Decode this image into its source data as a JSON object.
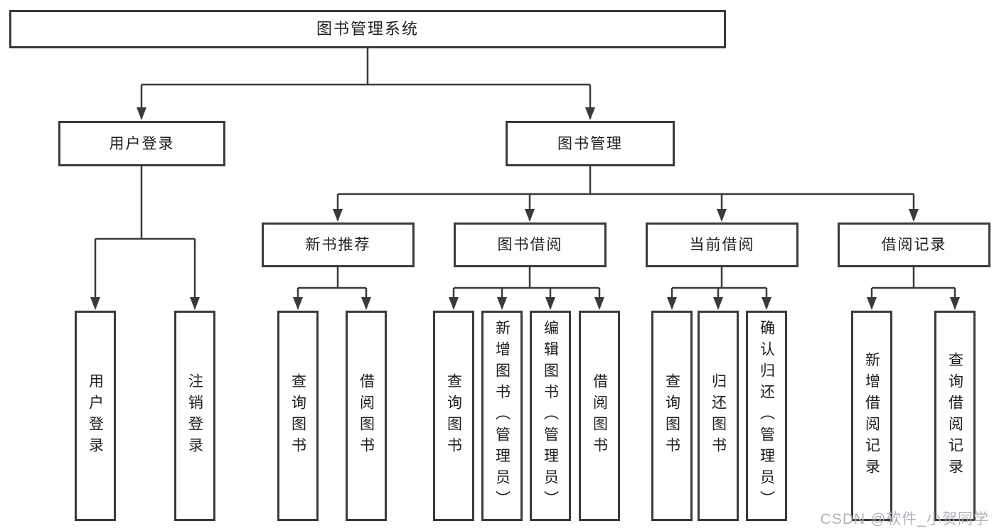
{
  "root_label": "图书管理系统",
  "level2": [
    "用户登录",
    "图书管理"
  ],
  "level3": [
    "新书推荐",
    "图书借阅",
    "当前借阅",
    "借阅记录"
  ],
  "level4": {
    "user_login": [
      "用户登录",
      "注销登录"
    ],
    "new_books": [
      "查询图书",
      "借阅图书"
    ],
    "book_borrow": [
      "查询图书",
      "新增图书（管理员）",
      "编辑图书（管理员）",
      "借阅图书"
    ],
    "current_borrow": [
      "查询图书",
      "归还图书",
      "确认归还（管理员）"
    ],
    "borrow_records": [
      "新增借阅记录",
      "查询借阅记录"
    ]
  },
  "watermark": "CSDN @软件_小贺同学",
  "colors": {
    "line": "#3a3a3a",
    "box_background": "#ffffff",
    "text": "#1e1e1e",
    "watermark": "#aeb3b8"
  }
}
